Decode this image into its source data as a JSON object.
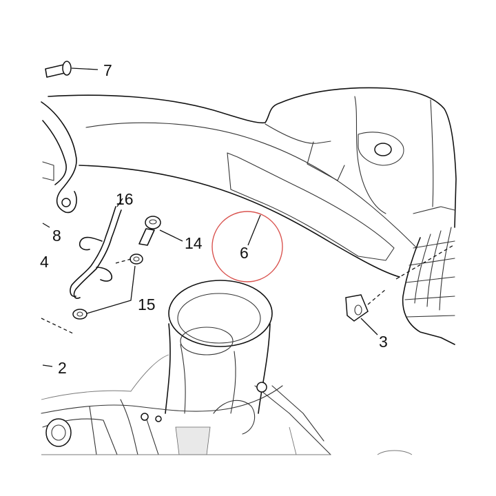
{
  "diagram": {
    "callouts": {
      "c2": "2",
      "c3": "3",
      "c4": "4",
      "c6": "6",
      "c7": "7",
      "c8": "8",
      "c14": "14",
      "c15": "15",
      "c16": "16"
    },
    "colors": {
      "line": "#111111",
      "highlight_circle": "#d9534f",
      "background": "#ffffff"
    }
  }
}
